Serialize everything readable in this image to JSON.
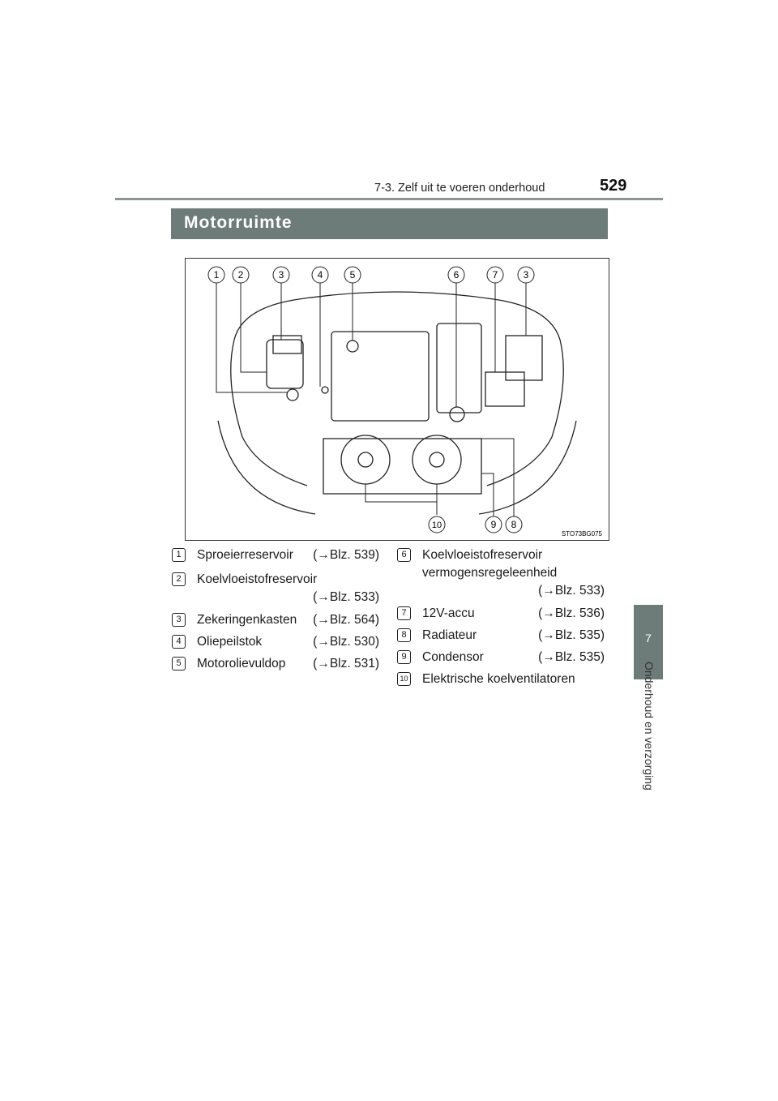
{
  "header": {
    "section": "7-3. Zelf uit te voeren onderhoud",
    "page_number": "529"
  },
  "section_title": "Motorruimte",
  "side_tab": {
    "number": "7",
    "text": "Onderhoud en verzorging"
  },
  "figure": {
    "code": "STO73BG075",
    "callouts_top": [
      "1",
      "2",
      "3",
      "4",
      "5",
      "6",
      "7",
      "3"
    ],
    "callouts_bottom": [
      "10",
      "9",
      "8"
    ]
  },
  "legend_left": [
    {
      "num": "1",
      "label": "Sproeierreservoir",
      "ref": "(→Blz. 539)"
    },
    {
      "num": "2",
      "label": "Koelvloeistofreservoir",
      "ref": "(→Blz. 533)"
    },
    {
      "num": "3",
      "label": "Zekeringenkasten",
      "ref": "(→Blz. 564)"
    },
    {
      "num": "4",
      "label": "Oliepeilstok",
      "ref": "(→Blz. 530)"
    },
    {
      "num": "5",
      "label": "Motorolievuldop",
      "ref": "(→Blz. 531)"
    }
  ],
  "legend_right": [
    {
      "num": "6",
      "label": "Koelvloeistofreservoir",
      "label2": "vermogensregeleenheid",
      "ref": "(→Blz. 533)"
    },
    {
      "num": "7",
      "label": "12V-accu",
      "ref": "(→Blz. 536)"
    },
    {
      "num": "8",
      "label": "Radiateur",
      "ref": "(→Blz. 535)"
    },
    {
      "num": "9",
      "label": "Condensor",
      "ref": "(→Blz. 535)"
    },
    {
      "num": "10",
      "label": "Elektrische koelventilatoren"
    }
  ]
}
